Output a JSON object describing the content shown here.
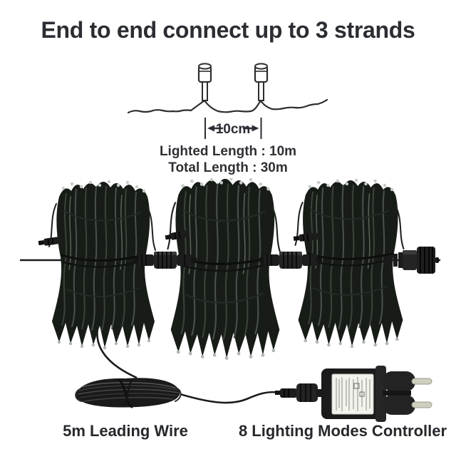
{
  "title": "End to end connect up to 3 strands",
  "diagram": {
    "measurement": "10cm",
    "lighted_length": "Lighted Length : 10m",
    "total_length": "Total Length : 30m"
  },
  "captions": {
    "leading_wire": "5m Leading Wire",
    "controller": "8 Lighting Modes Controller"
  },
  "colors": {
    "background": "#ffffff",
    "heading_text": "#2b2d33",
    "diagram_line": "#2d2d2d",
    "lights_bundle": "#171c17",
    "strand_highlight": "#49514a",
    "plug_pin_metal": "#cfcfc0"
  }
}
